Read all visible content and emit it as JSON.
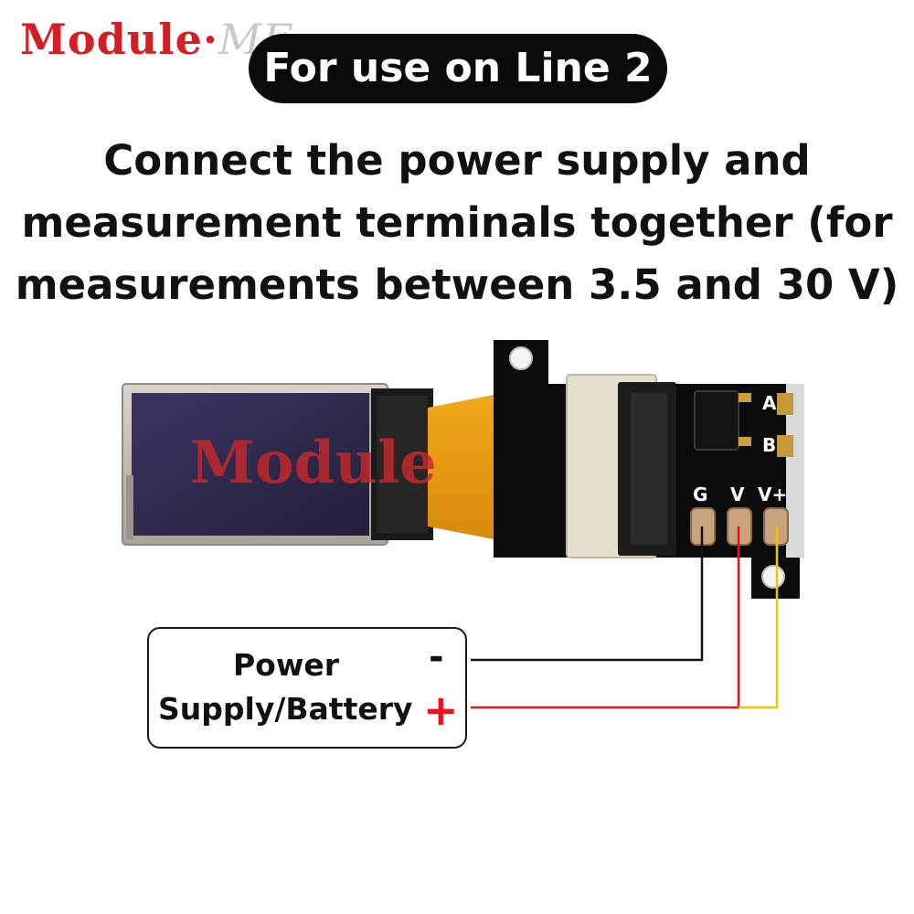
{
  "watermark": {
    "brand": "Module",
    "suffix": "ME"
  },
  "badge": {
    "text": "For use on Line 2"
  },
  "heading": {
    "line1": "Connect the power supply and",
    "line2": "measurement terminals together (for",
    "line3": "measurements between 3.5 and 30 V)"
  },
  "board": {
    "pins": {
      "g": "G",
      "v": "V",
      "vplus": "V+"
    },
    "pads": {
      "a": "A",
      "b": "B"
    }
  },
  "power_supply": {
    "line1": "Power",
    "line2": "Supply/Battery",
    "minus": "-",
    "plus": "+"
  },
  "colors": {
    "accent_red": "#e8141b",
    "wire_black": "#111111",
    "wire_red": "#e8141b",
    "wire_yellow": "#f2c400",
    "pcb": "#0b0b0b",
    "flex_cable": "#e69a12"
  }
}
